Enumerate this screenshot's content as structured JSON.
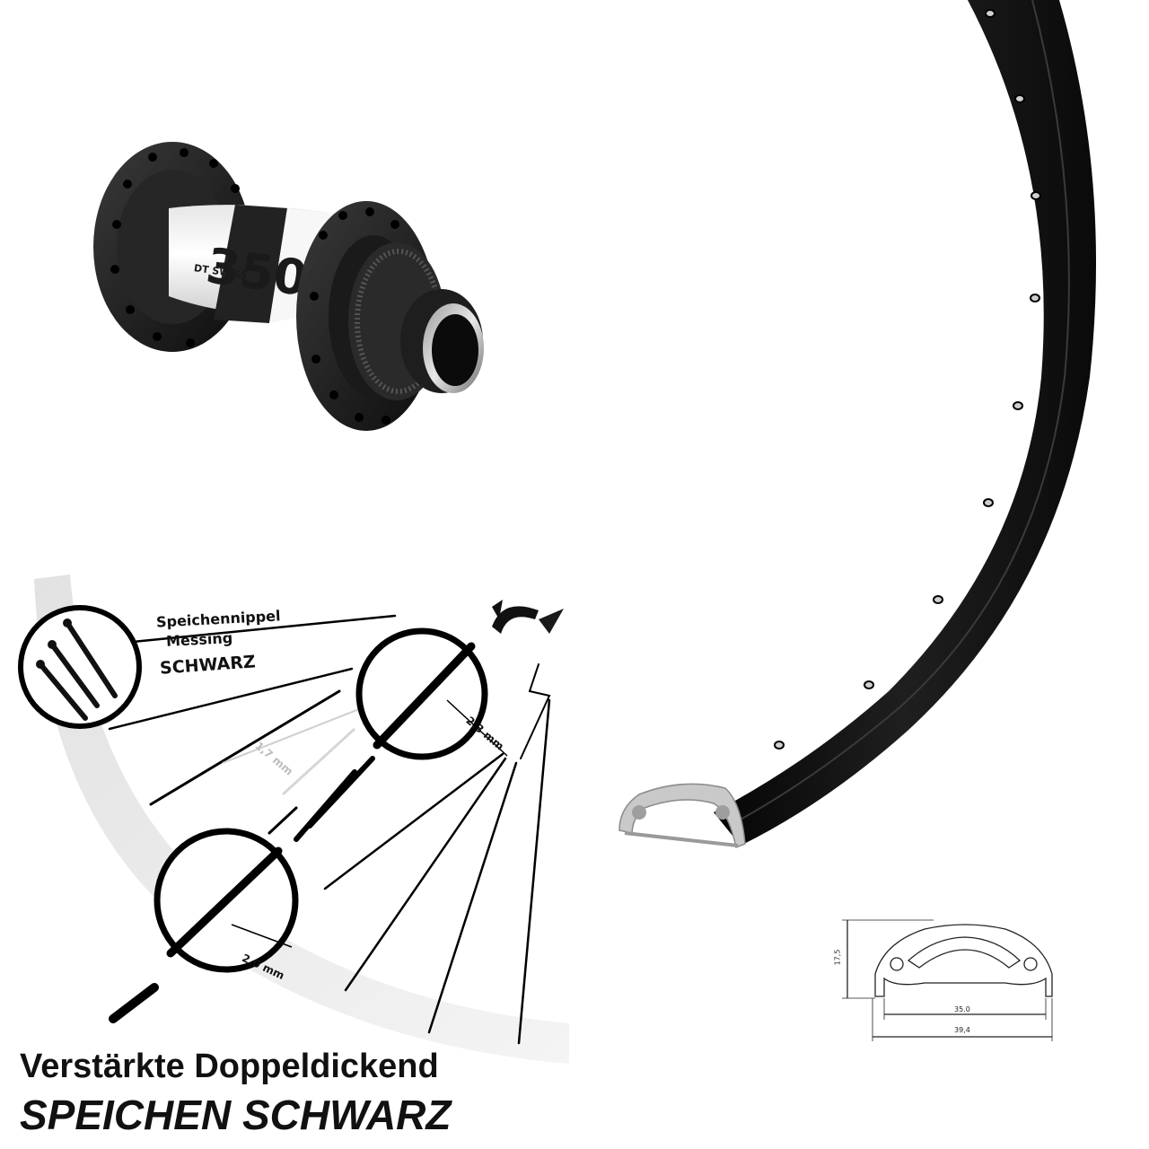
{
  "hub": {
    "model_number": "350",
    "brand": "DT SWISS",
    "colors": {
      "shell": "#f2f2f2",
      "flange": "#1c1c1c",
      "accent": "#2b2b2b"
    }
  },
  "spokes": {
    "nipple_label_line1": "Speichennippel",
    "nipple_label_line2": "Messing",
    "nipple_label_line3": "SCHWARZ",
    "thickness_thin": "1,7 mm",
    "thickness_top": "2,3 mm",
    "thickness_bottom": "2,0 mm",
    "headline_line1": "Verstärkte Doppeldickend",
    "headline_line2": "SPEICHEN SCHWARZ"
  },
  "rim": {
    "color": "#121212",
    "profile": {
      "height": "17,5",
      "inner_width": "35.0",
      "outer_width": "39,4"
    }
  }
}
